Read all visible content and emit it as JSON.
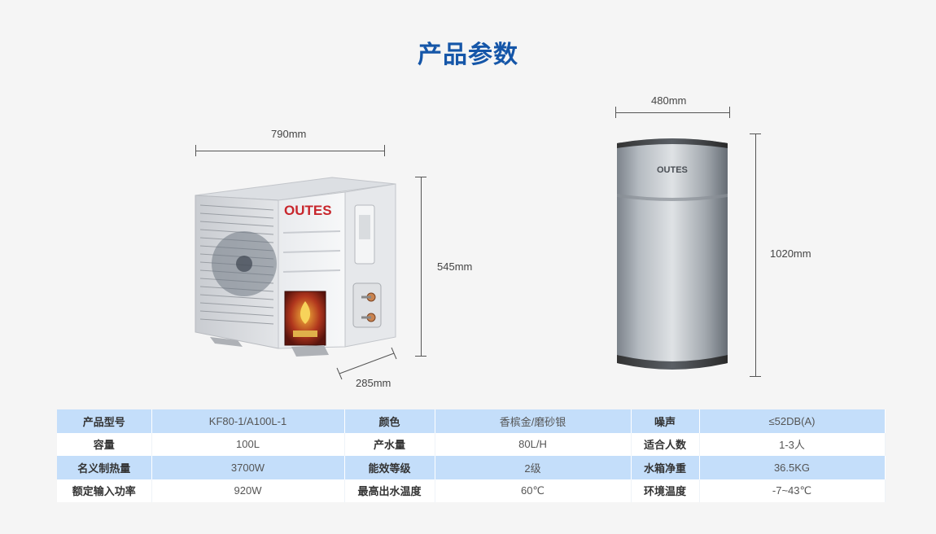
{
  "title": "产品参数",
  "brand": "OUTES",
  "dimensions": {
    "ac_width": "790mm",
    "ac_height": "545mm",
    "ac_depth": "285mm",
    "tank_width": "480mm",
    "tank_height": "1020mm"
  },
  "specs": {
    "rows": [
      [
        {
          "k": "产品型号",
          "v": "KF80-1/A100L-1"
        },
        {
          "k": "颜色",
          "v": "香槟金/磨砂银"
        },
        {
          "k": "噪声",
          "v": "≤52DB(A)"
        }
      ],
      [
        {
          "k": "容量",
          "v": "100L"
        },
        {
          "k": "产水量",
          "v": "80L/H"
        },
        {
          "k": "适合人数",
          "v": "1-3人"
        }
      ],
      [
        {
          "k": "名义制热量",
          "v": "3700W"
        },
        {
          "k": "能效等级",
          "v": "2级"
        },
        {
          "k": "水箱净重",
          "v": "36.5KG"
        }
      ],
      [
        {
          "k": "额定输入功率",
          "v": "920W"
        },
        {
          "k": "最高出水温度",
          "v": "60℃"
        },
        {
          "k": "环境温度",
          "v": "-7~43℃"
        }
      ]
    ]
  },
  "colors": {
    "title": "#1556a8",
    "row_shade": "#c4defa",
    "brand_red": "#c8262c"
  }
}
